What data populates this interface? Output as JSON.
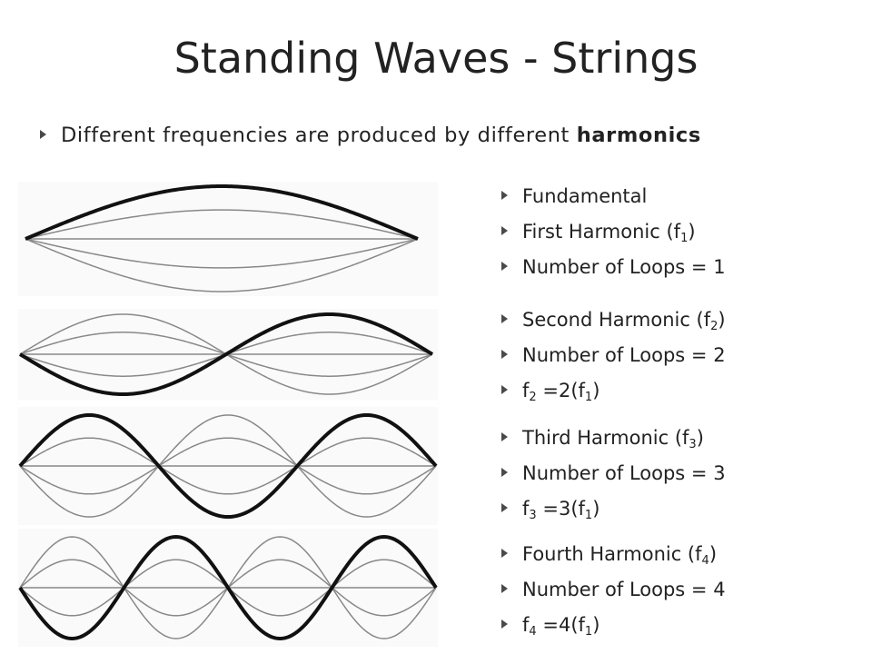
{
  "title": "Standing Waves - Strings",
  "subtitle": {
    "prefix": "Different frequencies are produced by different",
    "emphasis": "harmonics"
  },
  "groups": [
    {
      "loops": 1,
      "items": [
        {
          "text": "Fundamental"
        },
        {
          "text": "First Harmonic (f",
          "sub": "1",
          "suffix": ")"
        },
        {
          "text": "Number of Loops = 1"
        }
      ]
    },
    {
      "loops": 2,
      "items": [
        {
          "text": "Second Harmonic (f",
          "sub": "2",
          "suffix": ")"
        },
        {
          "text": "Number of Loops = 2"
        },
        {
          "text": "f",
          "sub": "2",
          "suffix": " =2(f",
          "sub2": "1",
          "suffix2": ")"
        }
      ]
    },
    {
      "loops": 3,
      "items": [
        {
          "text": "Third Harmonic (f",
          "sub": "3",
          "suffix": ")"
        },
        {
          "text": "Number of Loops = 3"
        },
        {
          "text": "f",
          "sub": "3",
          "suffix": " =3(f",
          "sub2": "1",
          "suffix2": ")"
        }
      ]
    },
    {
      "loops": 4,
      "items": [
        {
          "text": "Fourth Harmonic (f",
          "sub": "4",
          "suffix": ")"
        },
        {
          "text": "Number of Loops = 4"
        },
        {
          "text": "f",
          "sub": "4",
          "suffix": " =4(f",
          "sub2": "1",
          "suffix2": ")"
        }
      ]
    }
  ],
  "colors": {
    "text": "#222222",
    "bullet": "#4a4a4a",
    "wave_thick": "#111111",
    "wave_thin": "#888888"
  }
}
